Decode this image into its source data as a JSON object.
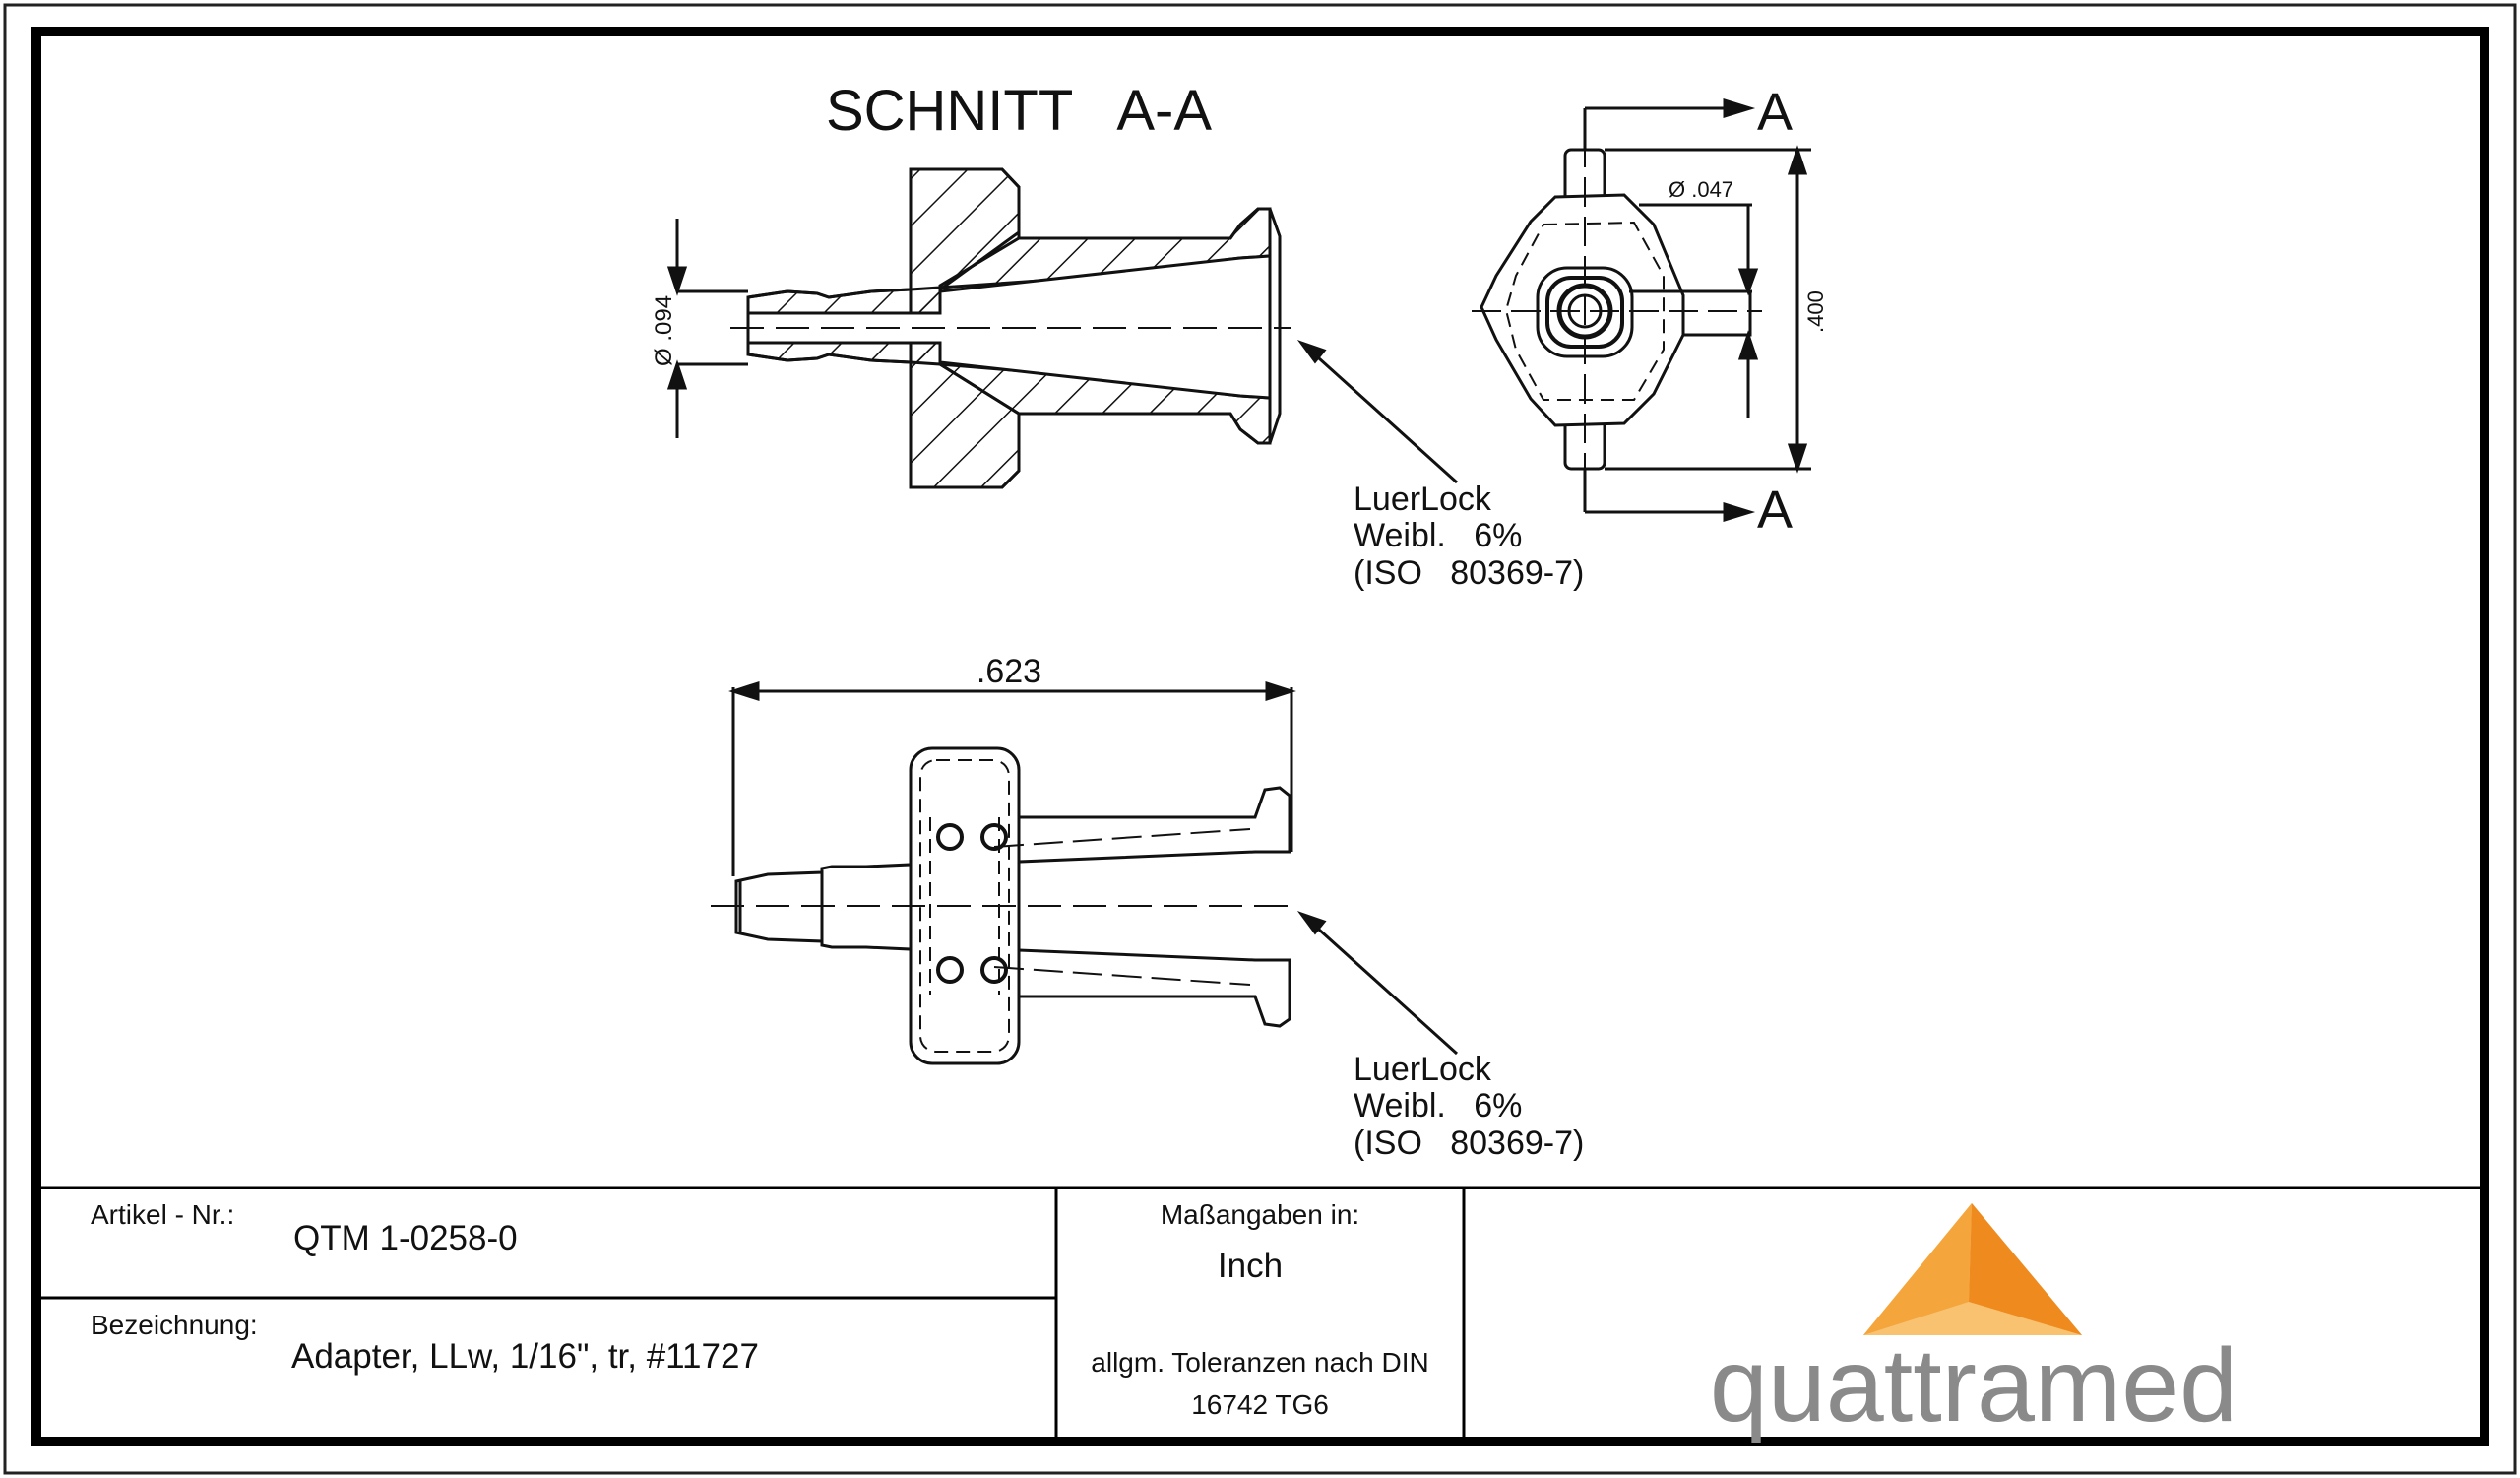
{
  "drawing": {
    "section_title": "SCHNITT   A-A",
    "section_marker": "A",
    "dims": {
      "tube_diameter": "Ø .094",
      "hole_diameter": "Ø .047",
      "height": ".400",
      "length": ".623"
    },
    "callout": {
      "line1": "LuerLock",
      "line2": "Weibl.   6%",
      "line3": "(ISO   80369-7)"
    }
  },
  "title_block": {
    "article_label": "Artikel - Nr.:",
    "article_value": "QTM 1-0258-0",
    "designation_label": "Bezeichnung:",
    "designation_value": "Adapter, LLw, 1/16\", tr, #11727",
    "units_label": "Maßangaben in:",
    "units_value": "Inch",
    "tolerance_line1": "allgm. Toleranzen nach DIN",
    "tolerance_line2": "16742 TG6",
    "brand_name": "quattramed"
  },
  "colors": {
    "logo_orange_dark": "#ef8a1f",
    "logo_orange_light": "#f9c271",
    "logo_text": "#8a8a8a"
  }
}
